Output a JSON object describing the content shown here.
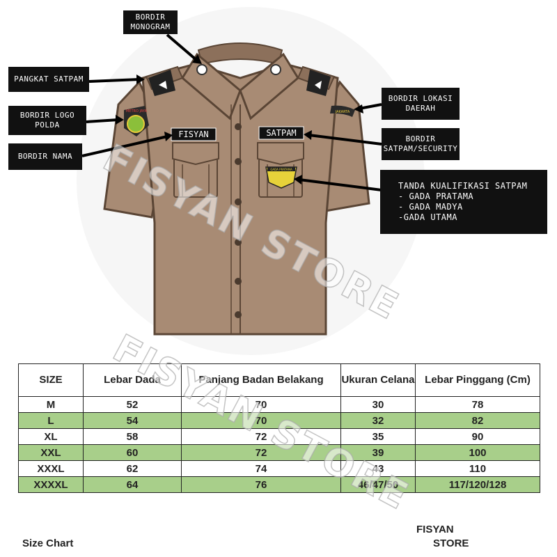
{
  "callouts": {
    "monogram": "BORDIR\nMONOGRAM",
    "pangkat": "PANGKAT SATPAM",
    "logo_polda": "BORDIR LOGO\nPOLDA",
    "nama": "BORDIR NAMA",
    "lokasi": "BORDIR LOKASI\nDAERAH",
    "satpam_security": "BORDIR\nSATPAM/SECURITY",
    "kualifikasi": "TANDA KUALIFIKASI SATPAM\n  - GADA PRATAMA\n   - GADA MADYA\n   -GADA UTAMA"
  },
  "shirt": {
    "name_tag_left": "FISYAN",
    "name_tag_right": "SATPAM",
    "region_patch": "JAKARTA",
    "polda_patch": "METRO JAYA",
    "badge_text": "GADA PRATAMA",
    "shirt_color": "#a88b74",
    "shirt_dark": "#8c705b"
  },
  "watermark": {
    "text_upper": "FISYAN STORE",
    "text_lower": "FISYAN STORE"
  },
  "size_table": {
    "headers": [
      "SIZE",
      "Lebar Dada",
      "Panjang Badan Belakang",
      "Ukuran Celana",
      "Lebar Pinggang (Cm)"
    ],
    "rows": [
      [
        "M",
        "52",
        "70",
        "30",
        "78"
      ],
      [
        "L",
        "54",
        "70",
        "32",
        "82"
      ],
      [
        "XL",
        "58",
        "72",
        "35",
        "90"
      ],
      [
        "XXL",
        "60",
        "72",
        "39",
        "100"
      ],
      [
        "XXXL",
        "62",
        "74",
        "43",
        "110"
      ],
      [
        "XXXXL",
        "64",
        "76",
        "46/47/50",
        "117/120/128"
      ]
    ],
    "highlight_color": "#a8cf8a"
  },
  "footer": {
    "left": "Size Chart",
    "right_line1": "FISYAN",
    "right_line2": "STORE"
  }
}
